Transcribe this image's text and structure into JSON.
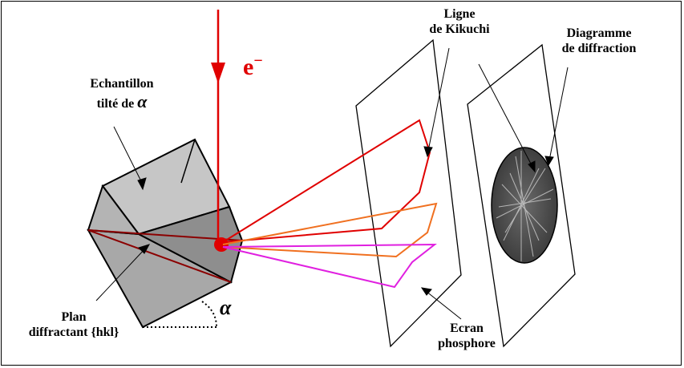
{
  "labels": {
    "electron": "e",
    "electron_charge": "−",
    "sample_line1": "Echantillon",
    "sample_line2": "tilté de",
    "alpha": "α",
    "kikuchi_line1": "Ligne",
    "kikuchi_line2": "de Kikuchi",
    "pattern_line1": "Diagramme",
    "pattern_line2": "de diffraction",
    "plane_line1": "Plan",
    "plane_line2": "diffractant {hkl}",
    "screen_line1": "Ecran",
    "screen_line2": "phosphore"
  },
  "colors": {
    "beam": "#e00000",
    "cone_red": "#e00000",
    "cone_orange": "#f07020",
    "cone_magenta": "#e020e0",
    "plane": "#8b0000",
    "cube_light": "#c8c8c8",
    "cube_mid": "#a0a0a0",
    "cube_dark": "#888888"
  }
}
